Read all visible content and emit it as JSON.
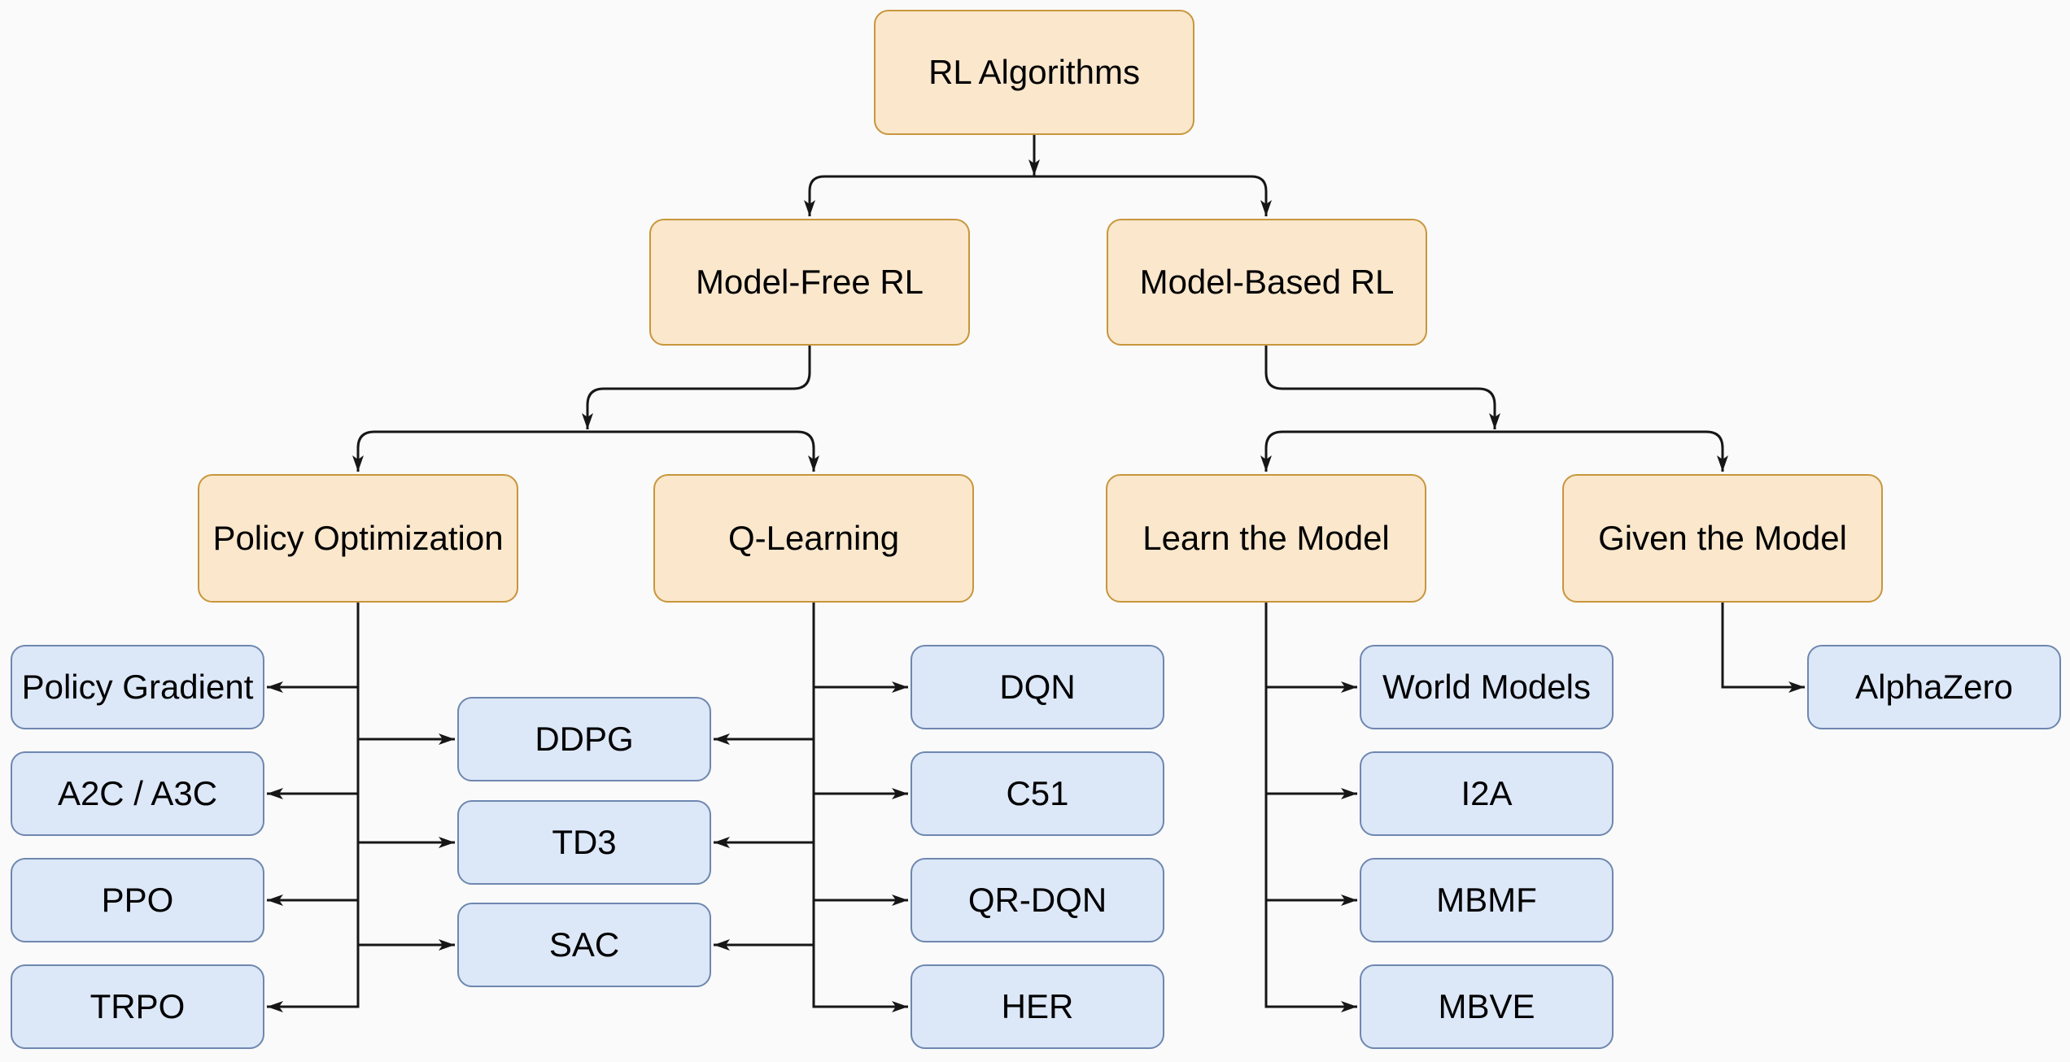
{
  "nodes": {
    "rl_algorithms": {
      "label": "RL Algorithms",
      "kind": "category"
    },
    "model_free_rl": {
      "label": "Model-Free RL",
      "kind": "category"
    },
    "model_based_rl": {
      "label": "Model-Based RL",
      "kind": "category"
    },
    "policy_optimization": {
      "label": "Policy Optimization",
      "kind": "category"
    },
    "q_learning": {
      "label": "Q-Learning",
      "kind": "category"
    },
    "learn_the_model": {
      "label": "Learn the Model",
      "kind": "category"
    },
    "given_the_model": {
      "label": "Given the Model",
      "kind": "category"
    },
    "policy_gradient": {
      "label": "Policy Gradient",
      "kind": "algorithm"
    },
    "a2c_a3c": {
      "label": "A2C / A3C",
      "kind": "algorithm"
    },
    "ppo": {
      "label": "PPO",
      "kind": "algorithm"
    },
    "trpo": {
      "label": "TRPO",
      "kind": "algorithm"
    },
    "ddpg": {
      "label": "DDPG",
      "kind": "algorithm"
    },
    "td3": {
      "label": "TD3",
      "kind": "algorithm"
    },
    "sac": {
      "label": "SAC",
      "kind": "algorithm"
    },
    "dqn": {
      "label": "DQN",
      "kind": "algorithm"
    },
    "c51": {
      "label": "C51",
      "kind": "algorithm"
    },
    "qr_dqn": {
      "label": "QR-DQN",
      "kind": "algorithm"
    },
    "her": {
      "label": "HER",
      "kind": "algorithm"
    },
    "world_models": {
      "label": "World Models",
      "kind": "algorithm"
    },
    "i2a": {
      "label": "I2A",
      "kind": "algorithm"
    },
    "mbmf": {
      "label": "MBMF",
      "kind": "algorithm"
    },
    "mbve": {
      "label": "MBVE",
      "kind": "algorithm"
    },
    "alphazero": {
      "label": "AlphaZero",
      "kind": "algorithm"
    }
  },
  "edges": [
    {
      "from": "rl_algorithms",
      "to": "model_free_rl"
    },
    {
      "from": "rl_algorithms",
      "to": "model_based_rl"
    },
    {
      "from": "model_free_rl",
      "to": "policy_optimization"
    },
    {
      "from": "model_free_rl",
      "to": "q_learning"
    },
    {
      "from": "model_based_rl",
      "to": "learn_the_model"
    },
    {
      "from": "model_based_rl",
      "to": "given_the_model"
    },
    {
      "from": "policy_optimization",
      "to": "policy_gradient"
    },
    {
      "from": "policy_optimization",
      "to": "a2c_a3c"
    },
    {
      "from": "policy_optimization",
      "to": "ppo"
    },
    {
      "from": "policy_optimization",
      "to": "trpo"
    },
    {
      "from": "policy_optimization",
      "to": "ddpg"
    },
    {
      "from": "policy_optimization",
      "to": "td3"
    },
    {
      "from": "policy_optimization",
      "to": "sac"
    },
    {
      "from": "q_learning",
      "to": "ddpg"
    },
    {
      "from": "q_learning",
      "to": "td3"
    },
    {
      "from": "q_learning",
      "to": "sac"
    },
    {
      "from": "q_learning",
      "to": "dqn"
    },
    {
      "from": "q_learning",
      "to": "c51"
    },
    {
      "from": "q_learning",
      "to": "qr_dqn"
    },
    {
      "from": "q_learning",
      "to": "her"
    },
    {
      "from": "learn_the_model",
      "to": "world_models"
    },
    {
      "from": "learn_the_model",
      "to": "i2a"
    },
    {
      "from": "learn_the_model",
      "to": "mbmf"
    },
    {
      "from": "learn_the_model",
      "to": "mbve"
    },
    {
      "from": "given_the_model",
      "to": "alphazero"
    }
  ],
  "colors": {
    "orange_fill": "#FAE7CC",
    "orange_stroke": "#C8963C",
    "blue_fill": "#DCE7F8",
    "blue_stroke": "#6E87AF",
    "connector": "#161616",
    "background": "#FAFAFA",
    "text_color": "#000000"
  }
}
